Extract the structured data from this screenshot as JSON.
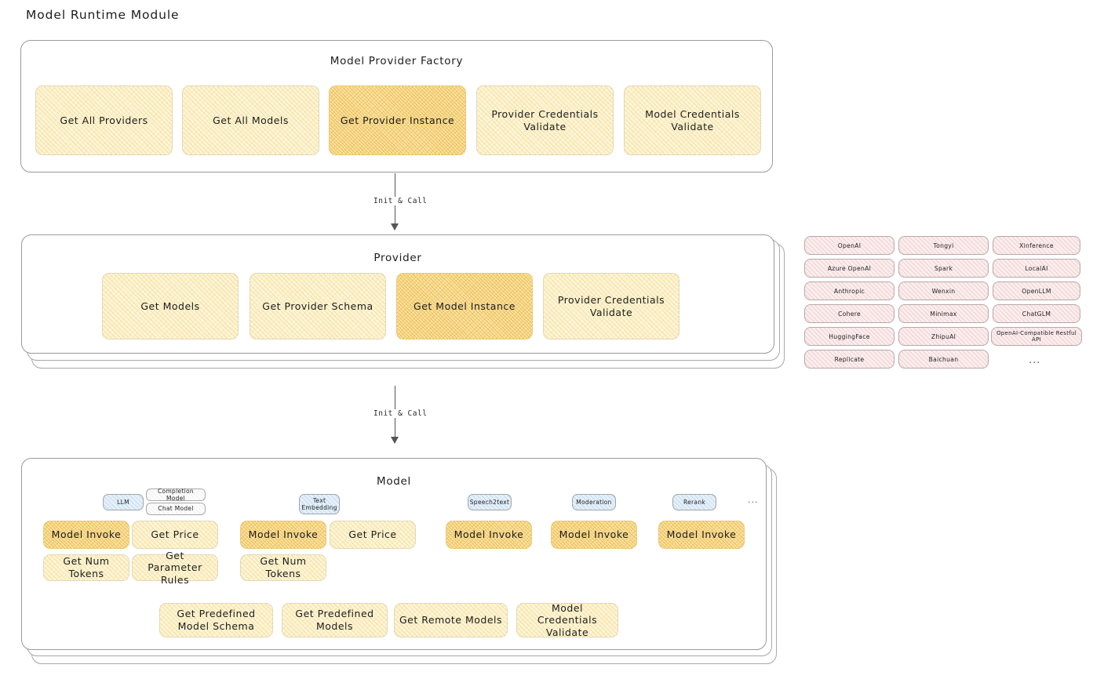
{
  "page": {
    "title": "Model Runtime Module"
  },
  "factory": {
    "title": "Model Provider Factory",
    "nodes": [
      {
        "label": "Get All Providers",
        "highlighted": false
      },
      {
        "label": "Get All Models",
        "highlighted": false
      },
      {
        "label": "Get Provider Instance",
        "highlighted": true
      },
      {
        "label": "Provider Credentials Validate",
        "highlighted": false
      },
      {
        "label": "Model Credentials Validate",
        "highlighted": false
      }
    ]
  },
  "arrows": [
    {
      "label": "Init & Call"
    },
    {
      "label": "Init & Call"
    }
  ],
  "provider": {
    "title": "Provider",
    "nodes": [
      {
        "label": "Get Models",
        "highlighted": false
      },
      {
        "label": "Get Provider Schema",
        "highlighted": false
      },
      {
        "label": "Get Model Instance",
        "highlighted": true
      },
      {
        "label": "Provider Credentials Validate",
        "highlighted": false
      }
    ]
  },
  "provider_list": {
    "columns": [
      [
        "OpenAI",
        "Azure OpenAI",
        "Anthropic",
        "Cohere",
        "HuggingFace",
        "Replicate"
      ],
      [
        "Tongyi",
        "Spark",
        "Wenxin",
        "Minimax",
        "ZhipuAI",
        "Baichuan"
      ],
      [
        "Xinference",
        "LocalAI",
        "OpenLLM",
        "ChatGLM",
        "OpenAI-Compatible Restful API"
      ]
    ],
    "more": "..."
  },
  "model": {
    "title": "Model",
    "more": "...",
    "types": [
      {
        "label": "LLM",
        "sub": [
          "Completion Model",
          "Chat Model"
        ]
      },
      {
        "label": "Text Embedding",
        "sub": []
      },
      {
        "label": "Speech2text",
        "sub": []
      },
      {
        "label": "Moderation",
        "sub": []
      },
      {
        "label": "Rerank",
        "sub": []
      }
    ],
    "groups": [
      {
        "nodes": [
          {
            "label": "Model Invoke",
            "highlighted": true
          },
          {
            "label": "Get Price",
            "highlighted": false
          },
          {
            "label": "Get Num Tokens",
            "highlighted": false
          },
          {
            "label": "Get Parameter Rules",
            "highlighted": false
          }
        ]
      },
      {
        "nodes": [
          {
            "label": "Model Invoke",
            "highlighted": true
          },
          {
            "label": "Get Price",
            "highlighted": false
          },
          {
            "label": "Get Num Tokens",
            "highlighted": false
          }
        ]
      },
      {
        "nodes": [
          {
            "label": "Model Invoke",
            "highlighted": true
          }
        ]
      },
      {
        "nodes": [
          {
            "label": "Model Invoke",
            "highlighted": true
          }
        ]
      },
      {
        "nodes": [
          {
            "label": "Model Invoke",
            "highlighted": true
          }
        ]
      }
    ],
    "common": [
      {
        "label": "Get Predefined Model Schema"
      },
      {
        "label": "Get Predefined Models"
      },
      {
        "label": "Get Remote Models"
      },
      {
        "label": "Model Credentials Validate"
      }
    ]
  },
  "colors": {
    "node_fill": "#fdf5da",
    "node_fill_highlight": "#fae3a6",
    "type_pill_fill": "#e6f0fa",
    "provider_pill_fill": "#fbeded",
    "panel_border": "#9a9a9a"
  }
}
